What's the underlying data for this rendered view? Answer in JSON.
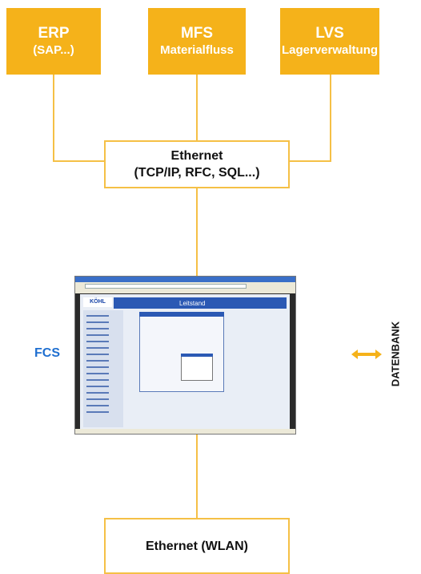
{
  "top_boxes": [
    {
      "title": "ERP",
      "subtitle": "(SAP...)"
    },
    {
      "title": "MFS",
      "subtitle": "Materialfluss"
    },
    {
      "title": "LVS",
      "subtitle": "Lagerverwaltung"
    }
  ],
  "ethernet_box": {
    "line1": "Ethernet",
    "line2": "(TCP/IP, RFC, SQL...)"
  },
  "fcs_label": "FCS",
  "screenshot": {
    "header_title": "Leitstand",
    "logo": "KÖHL"
  },
  "datenbank_label": "DATENBANK",
  "wlan_box": {
    "label": "Ethernet (WLAN)"
  },
  "colors": {
    "box_fill": "#f5b21a",
    "connector": "#f5c046",
    "fcs_text": "#1f6fd0",
    "arrow": "#f5b21a"
  }
}
